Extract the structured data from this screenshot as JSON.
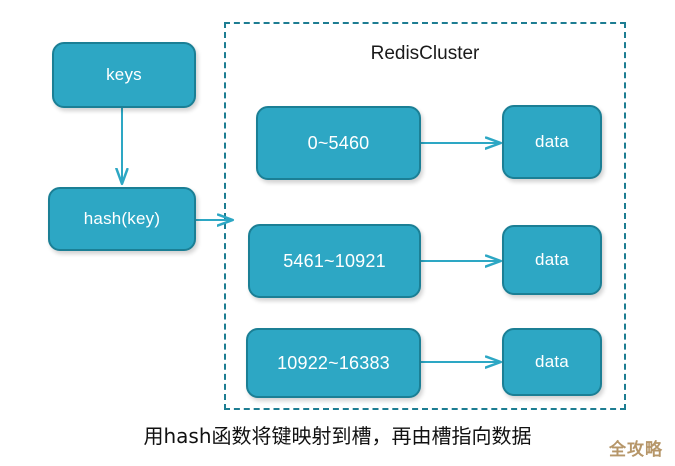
{
  "diagram": {
    "title": "RedisCluster",
    "caption": "用hash函数将键映射到槽，再由槽指向数据",
    "watermark": "全攻略",
    "colors": {
      "node_fill": "#2da7c4",
      "node_border": "#1b7f95",
      "node_text": "#ffffff",
      "cluster_border": "#1d7d92",
      "arrow": "#2da7c4",
      "caption_text": "#111111",
      "watermark_text": "#b69669",
      "background": "#ffffff"
    },
    "left_nodes": [
      {
        "id": "keys",
        "label": "keys"
      },
      {
        "id": "hash",
        "label": "hash(key)"
      }
    ],
    "slots": [
      {
        "range": "0~5460",
        "target": "data"
      },
      {
        "range": "5461~10921",
        "target": "data"
      },
      {
        "range": "10922~16383",
        "target": "data"
      }
    ],
    "edges": [
      {
        "from": "keys",
        "to": "hash(key)",
        "direction": "down"
      },
      {
        "from": "hash(key)",
        "to": "RedisCluster",
        "direction": "right"
      },
      {
        "from": "0~5460",
        "to": "data",
        "direction": "right"
      },
      {
        "from": "5461~10921",
        "to": "data",
        "direction": "right"
      },
      {
        "from": "10922~16383",
        "to": "data",
        "direction": "right"
      }
    ]
  }
}
